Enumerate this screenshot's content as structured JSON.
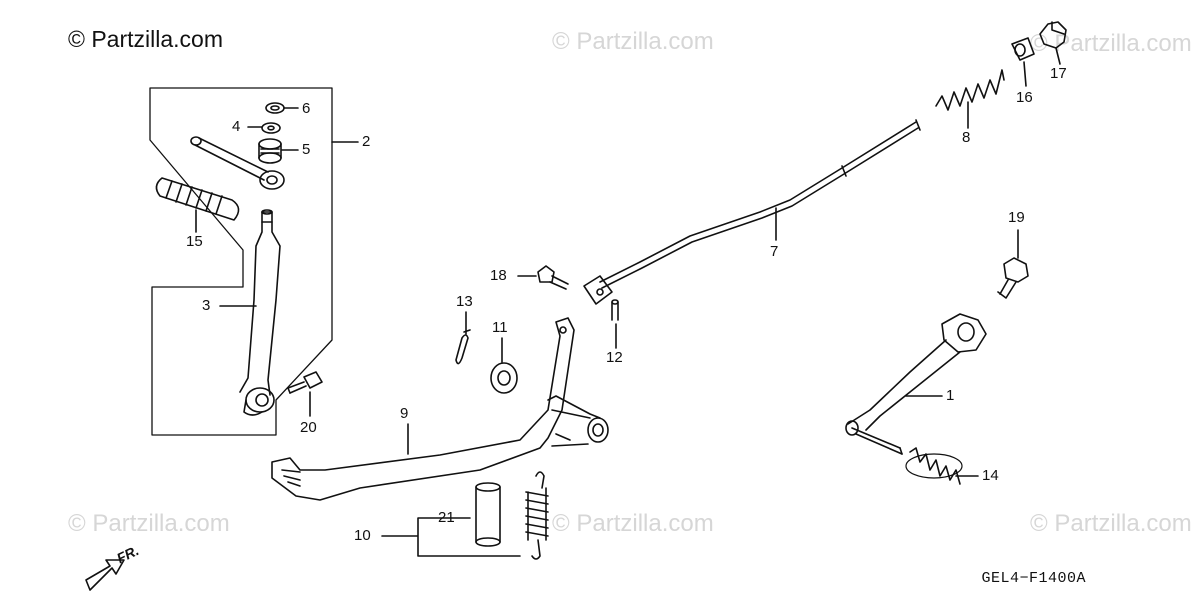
{
  "copyright": "© Partzilla.com",
  "watermark": "© Partzilla.com",
  "diagram_code": "GEL4−F1400A",
  "direction_label": "FR.",
  "callouts": {
    "c1": "1",
    "c2": "2",
    "c3": "3",
    "c4": "4",
    "c5": "5",
    "c6": "6",
    "c7": "7",
    "c8": "8",
    "c9": "9",
    "c10": "10",
    "c11": "11",
    "c12": "12",
    "c13": "13",
    "c14": "14",
    "c15": "15",
    "c16": "16",
    "c17": "17",
    "c18": "18",
    "c19": "19",
    "c20": "20",
    "c21": "21"
  },
  "colors": {
    "ink": "#111111",
    "watermark": "#d6d6d6",
    "background": "#ffffff"
  }
}
